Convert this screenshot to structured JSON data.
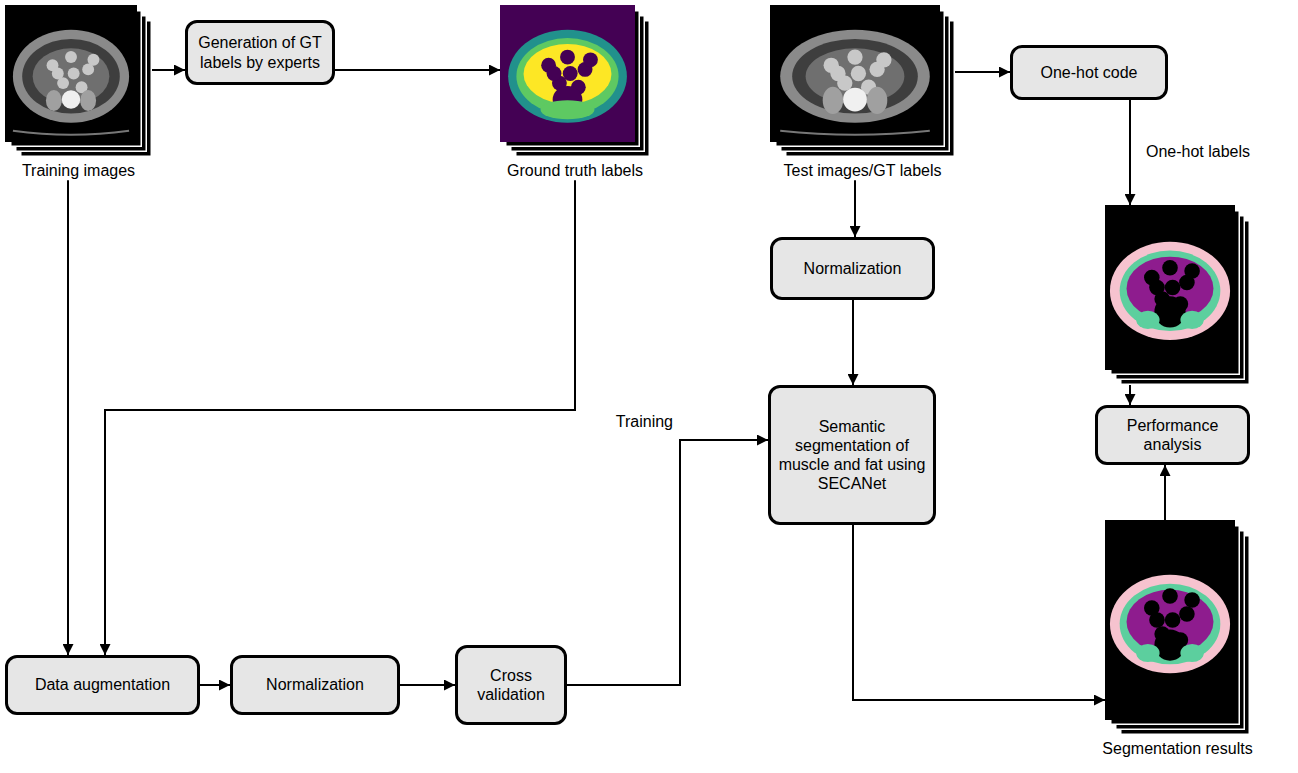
{
  "diagram": {
    "nodes": [
      {
        "text": [
          "Training images"
        ]
      },
      {
        "text": [
          "Generation of GT labels by experts"
        ]
      },
      {
        "text": [
          "Ground truth labels"
        ]
      },
      {
        "text": [
          "Test images/GT labels"
        ]
      },
      {
        "text": [
          "One-hot code"
        ]
      },
      {
        "text": [
          "Normalization"
        ]
      },
      {
        "text": [
          "One-hot labels"
        ]
      },
      {
        "text": [
          "Semantic segmentation of muscle and fat using SECANet"
        ]
      },
      {
        "text": [
          "Performance analysis"
        ]
      },
      {
        "text": [
          "Segmentation results"
        ]
      },
      {
        "text": [
          "Data augmentation"
        ]
      },
      {
        "text": [
          "Normalization"
        ]
      },
      {
        "text": [
          "Cross validation"
        ]
      }
    ],
    "edges": [
      {
        "from": 0,
        "to": 1,
        "arrow": "to"
      },
      {
        "from": 1,
        "to": 2,
        "arrow": "to"
      },
      {
        "from": 0,
        "to": 10,
        "arrow": "to"
      },
      {
        "from": 2,
        "to": 10,
        "arrow": "to"
      },
      {
        "from": 10,
        "to": 11,
        "arrow": "to"
      },
      {
        "from": 11,
        "to": 12,
        "arrow": "to"
      },
      {
        "from": 12,
        "to": 7,
        "label": "Training",
        "arrow": "to"
      },
      {
        "from": 3,
        "to": 4,
        "arrow": "to"
      },
      {
        "from": 3,
        "to": 5,
        "arrow": "to"
      },
      {
        "from": 4,
        "to": 6,
        "arrow": "to"
      },
      {
        "from": 5,
        "to": 7,
        "arrow": "to"
      },
      {
        "from": 6,
        "to": 8,
        "arrow": "to"
      },
      {
        "from": 7,
        "to": 9,
        "arrow": "to"
      },
      {
        "from": 9,
        "to": 8,
        "arrow": "to"
      }
    ]
  }
}
